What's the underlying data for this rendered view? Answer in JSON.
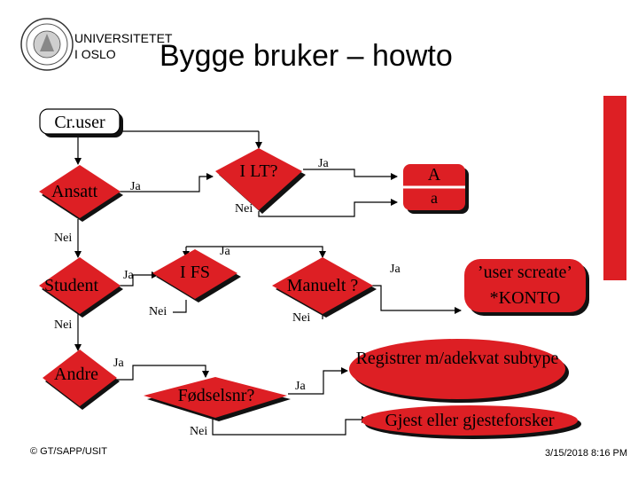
{
  "header": {
    "university_line1": "UNIVERSITETET",
    "university_line2": "I OSLO",
    "title": "Bygge bruker – howto"
  },
  "flow": {
    "start": "Cr.user",
    "ansatt": "Ansatt",
    "ilt": "I LT?",
    "a_upper": "A",
    "a_lower": "a",
    "student": "Student",
    "ifs": "I FS",
    "manuelt": "Manuelt ?",
    "user_screate": "’user screate’",
    "konto": "*KONTO",
    "andre": "Andre",
    "fodselsnr": "Fødselsnr?",
    "registrer": "Registrer m/adekvat subtype",
    "gjest": "Gjest eller gjesteforsker"
  },
  "labels": {
    "ja_ansatt": "Ja",
    "ja_ilt": "Ja",
    "nei_ilt": "Nei",
    "nei_ansatt": "Nei",
    "ja_ifs": "Ja",
    "ja_student": "Ja",
    "ja_manuelt": "Ja",
    "nei_ifs": "Nei",
    "nei_manuelt": "Nei",
    "nei_student": "Nei",
    "ja_andre": "Ja",
    "ja_fodselsnr": "Ja",
    "nei_fodselsnr": "Nei"
  },
  "footer": {
    "copyright": "© GT/SAPP/USIT",
    "timestamp": "3/15/2018 8:16 PM"
  },
  "colors": {
    "red_accent": "#dd1f24",
    "shadow": "#111111"
  }
}
